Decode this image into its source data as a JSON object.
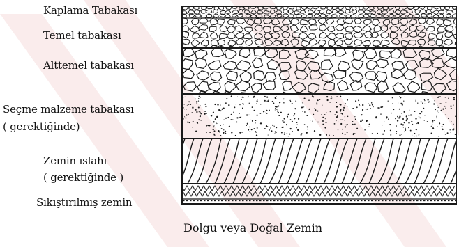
{
  "layers": [
    {
      "name": "Kaplama Tabakası"
    },
    {
      "name": "Temel tabakası"
    },
    {
      "name": "Alttemel tabakası"
    },
    {
      "name": "Seçme malzeme tabakası",
      "note": "( gerektiğinde)"
    },
    {
      "name": "Zemin ıslahı",
      "note": "( gerektiğinde )"
    },
    {
      "name": "Sıkıştırılmış zemin"
    }
  ],
  "caption": "Dolgu veya Doğal Zemin",
  "colors": {
    "line": "#1a1a1a",
    "watermark": "#f4d9d9",
    "background": "#ffffff"
  }
}
